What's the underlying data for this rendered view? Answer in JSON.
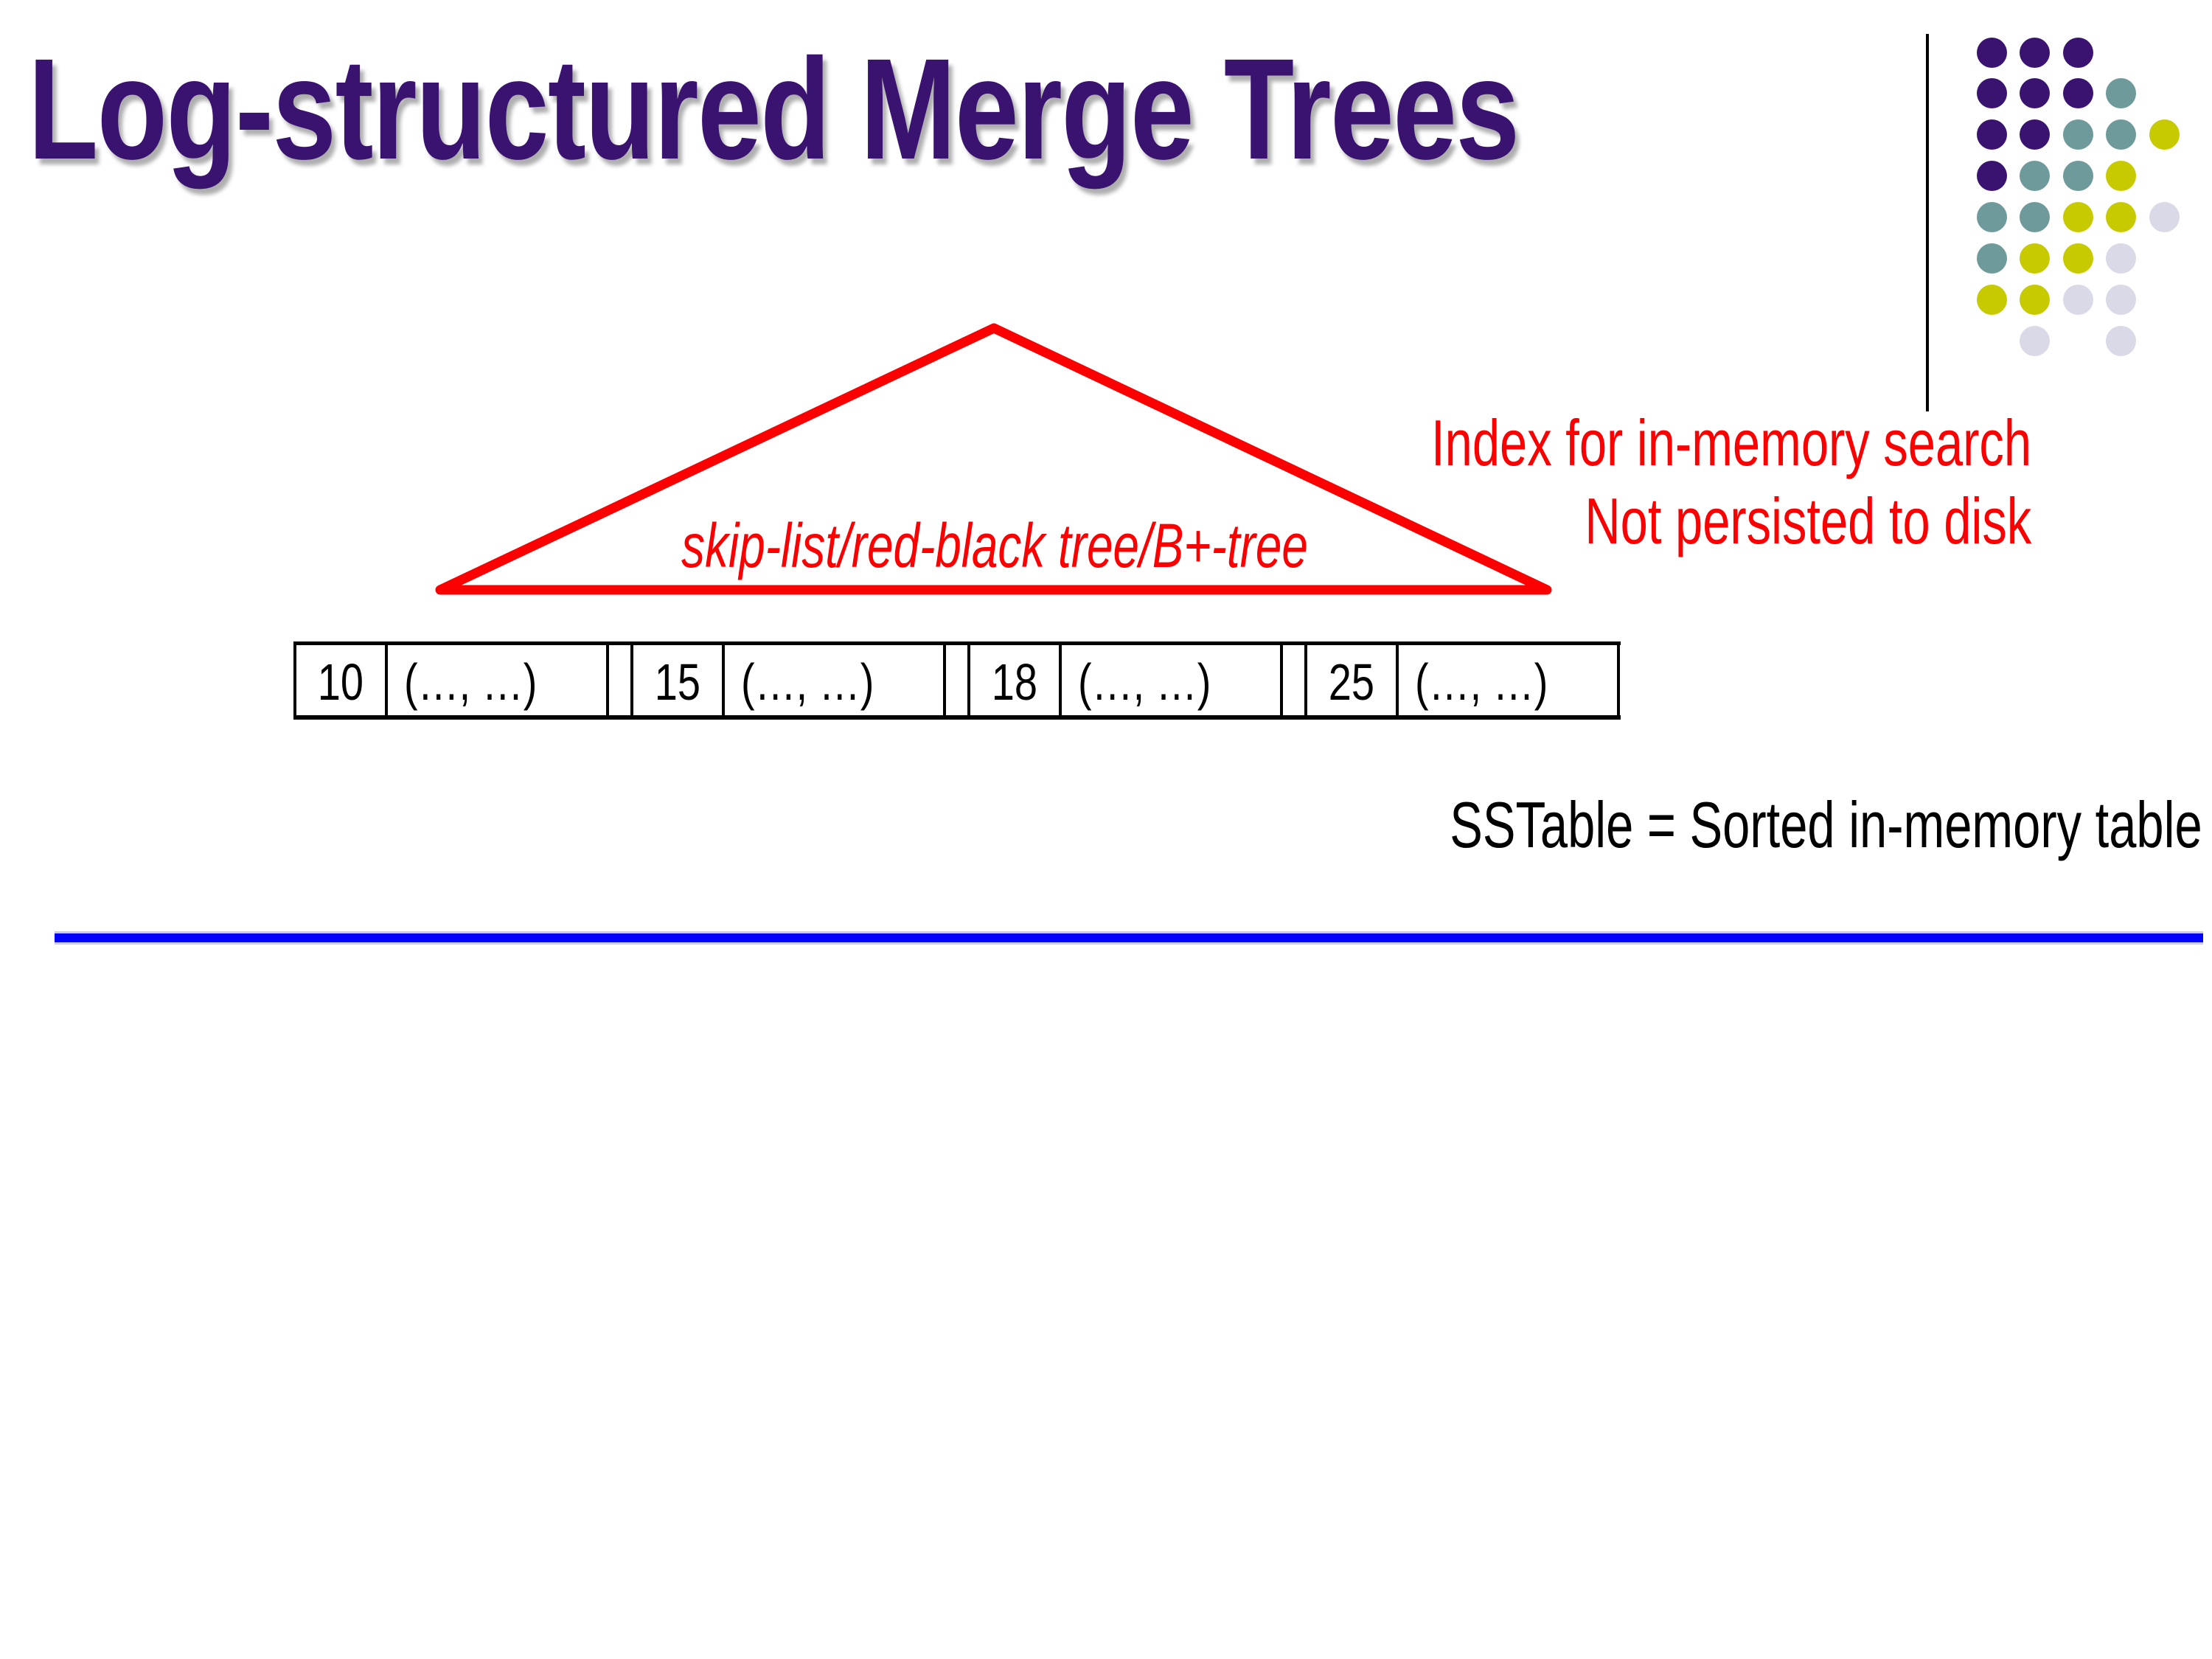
{
  "title": "Log-structured Merge Trees",
  "colors": {
    "purple": "#39136F",
    "red": "#FB0000",
    "blue": "#0000FF",
    "teal": "#6E9A9B",
    "olive": "#C8CA00",
    "lavender": "#D9D9E8"
  },
  "triangle": {
    "label": "skip-list/red-black tree/B+-tree"
  },
  "annotation": {
    "line1": "Index for in-memory search",
    "line2": "Not persisted to disk"
  },
  "sstable": {
    "groups": [
      {
        "key": "10",
        "value": "(…, …)"
      },
      {
        "key": "15",
        "value": "(…, …)"
      },
      {
        "key": "18",
        "value": "(…, …)"
      },
      {
        "key": "25",
        "value": "(…, …)"
      }
    ],
    "caption": "SSTable = Sorted in-memory table"
  },
  "decoration": {
    "dot_color_names": [
      "purple",
      "teal",
      "olive",
      "lavender"
    ],
    "rows": [
      [
        [
          1,
          "purple"
        ],
        [
          2,
          "purple"
        ],
        [
          3,
          "purple"
        ]
      ],
      [
        [
          1,
          "purple"
        ],
        [
          2,
          "purple"
        ],
        [
          3,
          "purple"
        ],
        [
          4,
          "teal"
        ]
      ],
      [
        [
          1,
          "purple"
        ],
        [
          2,
          "purple"
        ],
        [
          3,
          "teal"
        ],
        [
          4,
          "teal"
        ],
        [
          5,
          "olive"
        ]
      ],
      [
        [
          1,
          "purple"
        ],
        [
          2,
          "teal"
        ],
        [
          3,
          "teal"
        ],
        [
          4,
          "olive"
        ]
      ],
      [
        [
          1,
          "teal"
        ],
        [
          2,
          "teal"
        ],
        [
          3,
          "olive"
        ],
        [
          4,
          "olive"
        ],
        [
          5,
          "lavender"
        ]
      ],
      [
        [
          1,
          "teal"
        ],
        [
          2,
          "olive"
        ],
        [
          3,
          "olive"
        ],
        [
          4,
          "lavender"
        ]
      ],
      [
        [
          1,
          "olive"
        ],
        [
          2,
          "olive"
        ],
        [
          3,
          "lavender"
        ],
        [
          4,
          "lavender"
        ]
      ],
      [
        [
          2,
          "lavender"
        ],
        [
          4,
          "lavender"
        ]
      ]
    ]
  }
}
